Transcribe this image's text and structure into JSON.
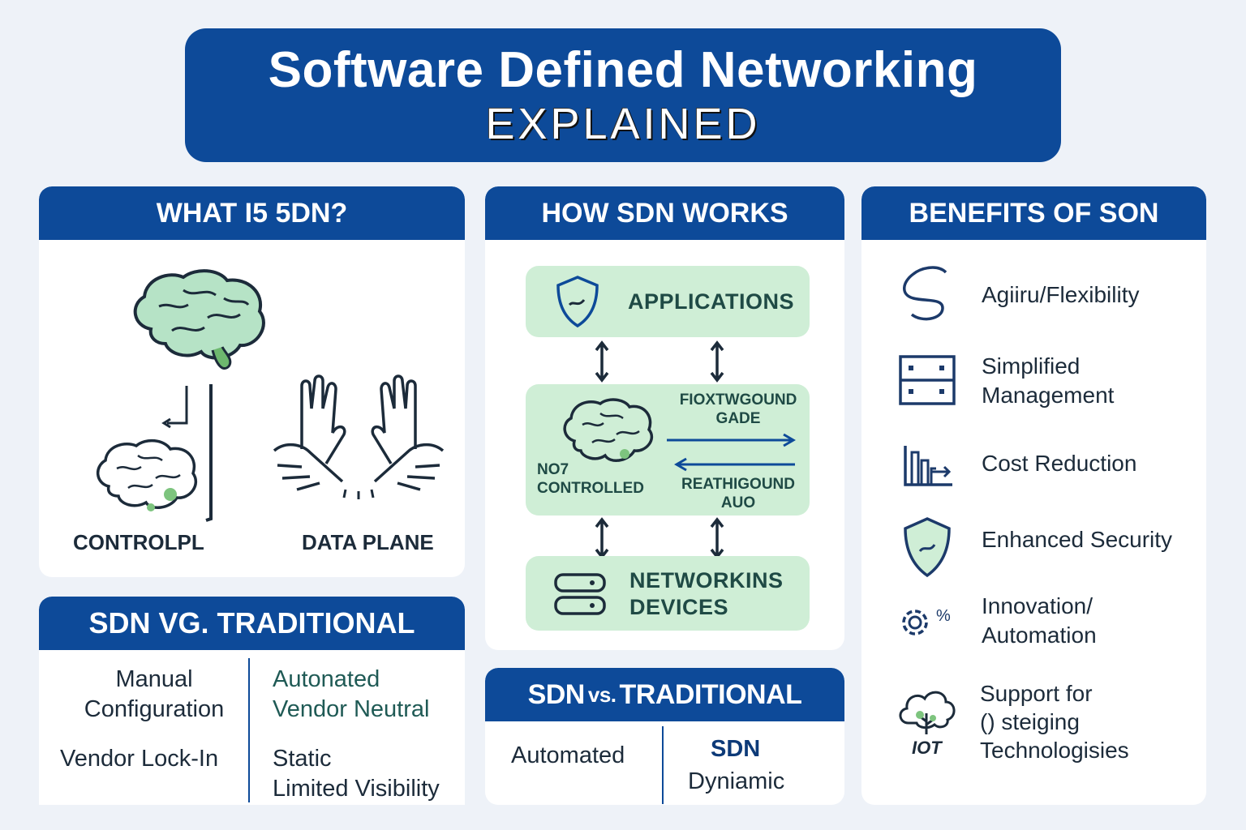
{
  "title": {
    "main": "Software Defined Networking",
    "sub": "EXPLAINED"
  },
  "what_is": {
    "heading": "WHAT I5 5DN?",
    "control_label": "CONTROLPL",
    "data_label": "DATA PLANE",
    "icons": [
      "brain-icon",
      "brain-icon",
      "hands-icon"
    ]
  },
  "sdn_vs_left": {
    "heading": "SDN VG. TRADITIONAL",
    "col1": [
      "Manual\nConfiguration",
      "Vendor Lock-In"
    ],
    "col2_green": "Autonated\nVendor Neutral",
    "col2": "Static\nLimited Visibility"
  },
  "how_works": {
    "heading": "HOW SDN WORKS",
    "applications": "APPLICATIONS",
    "northbound": "FIOXTWGOUND\nGADE",
    "southbound": "REATHIGOUND\nAUO",
    "controller": "NO7\nCONTROLLED",
    "devices": "NETWORKINS\nDEVICES",
    "icons": [
      "shield-icon",
      "brain-icon",
      "server-icon"
    ]
  },
  "sdn_vs_mid": {
    "heading_sdn": "SDN",
    "heading_vs": "vs.",
    "heading_trad": "TRADITIONAL",
    "left": "Automated",
    "right_title": "SDN",
    "right_sub": "Dyniamic"
  },
  "benefits": {
    "heading": "BENEFITS OF SON",
    "items": [
      {
        "label": "Agiiru/Flexibility",
        "icon": "wave-icon"
      },
      {
        "label": "Simplified\nManagement",
        "icon": "server-rack-icon"
      },
      {
        "label": "Cost Reduction",
        "icon": "chart-down-icon"
      },
      {
        "label": "Enhanced Security",
        "icon": "shield-icon"
      },
      {
        "label": "Innovation/\nAutomation",
        "icon": "gear-icon"
      },
      {
        "label": "Support for\n() steiging\nTechnologisies",
        "icon": "cloud-tree-icon",
        "caption": "IOT"
      }
    ]
  },
  "colors": {
    "primary": "#0d4a99",
    "green": "#cfeed6",
    "background": "#eef2f8"
  }
}
